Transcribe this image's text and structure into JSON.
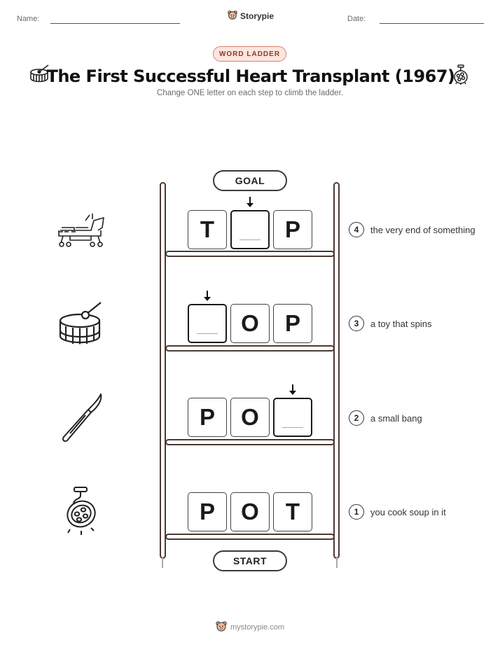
{
  "header": {
    "name_label": "Name:",
    "date_label": "Date:",
    "brand": "Storypie"
  },
  "badge": "WORD LADDER",
  "title": "The First Successful Heart Transplant (1967)",
  "subtitle": "Change ONE letter on each step to climb the ladder.",
  "ladder": {
    "goal_label": "GOAL",
    "start_label": "START",
    "rows": [
      {
        "step": "4",
        "letters": [
          "T",
          "",
          "P"
        ],
        "clue": "the very end of something",
        "picture_icon": "hospital-bed-icon"
      },
      {
        "step": "3",
        "letters": [
          "",
          "O",
          "P"
        ],
        "clue": "a toy that spins",
        "picture_icon": "drum-icon"
      },
      {
        "step": "2",
        "letters": [
          "P",
          "O",
          ""
        ],
        "clue": "a small bang",
        "picture_icon": "scalpel-icon"
      },
      {
        "step": "1",
        "letters": [
          "P",
          "O",
          "T"
        ],
        "clue": "you cook soup in it",
        "picture_icon": "surgical-lamp-icon"
      }
    ]
  },
  "footer": "mystorypie.com",
  "colors": {
    "badge_bg": "#fbe6df",
    "badge_border": "#d9826e",
    "rail": "#4a3a33"
  }
}
